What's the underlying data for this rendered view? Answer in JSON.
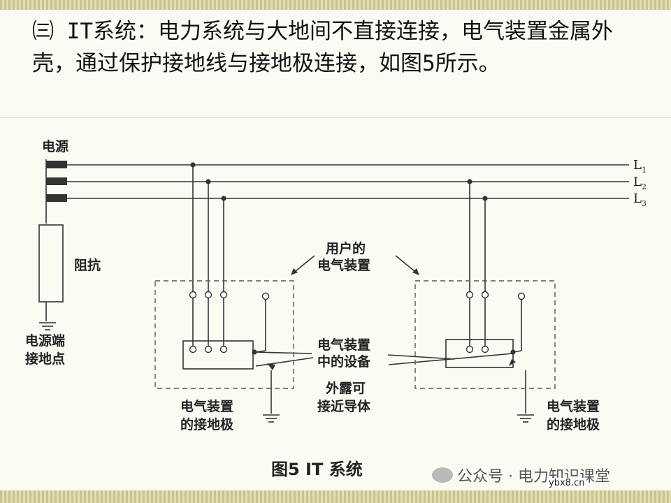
{
  "heading": {
    "marker": "㈢",
    "text": " IT系统：电力系统与大地间不直接连接，电气装置金属外壳，通过保护接地线与接地极连接，如图5所示。"
  },
  "diagram": {
    "labels": {
      "source": "电源",
      "impedance": "阻抗",
      "source_ground_1": "电源端",
      "source_ground_2": "接地点",
      "user_install_1": "用户的",
      "user_install_2": "电气装置",
      "equipment_1": "电气装置",
      "equipment_2": "中的设备",
      "exposed_1": "外露可",
      "exposed_2": "接近导体",
      "ground_left_1": "电气装置",
      "ground_left_2": "的接地极",
      "ground_right_1": "电气装置",
      "ground_right_2": "的接地极",
      "caption": "图5 IT 系统"
    },
    "lines": [
      "L1",
      "L2",
      "L3"
    ]
  },
  "watermark": {
    "text": "公众号 · 电力知识课堂",
    "icon": "wechat-icon"
  },
  "site": "ybx8.cn"
}
